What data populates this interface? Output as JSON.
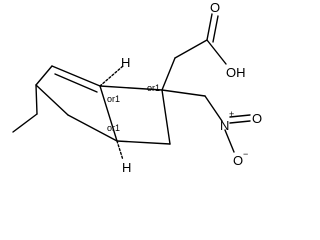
{
  "molecule": {
    "atom_labels": {
      "carbonyl_oxygen": "O",
      "hydroxyl": "OH",
      "nitro_nitrogen": "N",
      "nitro_oxygen_top": "O",
      "nitro_oxygen_bottom": "O",
      "hydrogen_top": "H",
      "hydrogen_bottom": "H"
    },
    "stereo_labels": {
      "upper_bridgehead": "or1",
      "quaternary_carbon": "or1",
      "lower_bridgehead": "or1"
    },
    "charges": {
      "nitrogen": "+",
      "oxygen": "−"
    }
  }
}
